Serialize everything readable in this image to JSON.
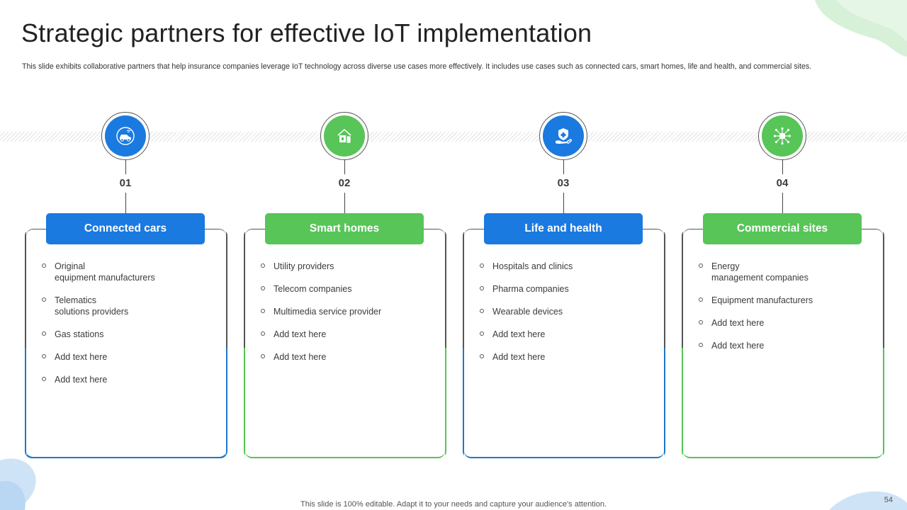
{
  "title": "Strategic partners for effective IoT implementation",
  "subtitle": "This slide exhibits collaborative partners that help insurance companies leverage IoT technology across diverse use cases more effectively. It includes use cases such as connected cars, smart homes, life and health, and commercial sites.",
  "colors": {
    "blue": "#1a7ae0",
    "green": "#57c558",
    "blue_edge": "#1f77c4",
    "green_edge": "#53c553"
  },
  "columns": [
    {
      "number": "01",
      "label": "Connected cars",
      "icon": "connected-car-icon",
      "color": "blue",
      "items": [
        "Original\nequipment manufacturers",
        "Telematics\nsolutions providers",
        "Gas stations",
        "Add text here",
        "Add text here"
      ]
    },
    {
      "number": "02",
      "label": "Smart homes",
      "icon": "smart-home-icon",
      "color": "green",
      "items": [
        "Utility providers",
        "Telecom companies",
        "Multimedia service provider",
        "Add text here",
        "Add text here"
      ]
    },
    {
      "number": "03",
      "label": "Life and health",
      "icon": "health-shield-hand-icon",
      "color": "blue",
      "items": [
        "Hospitals and clinics",
        "Pharma companies",
        "Wearable devices",
        "Add text here",
        "Add text here"
      ]
    },
    {
      "number": "04",
      "label": "Commercial sites",
      "icon": "commercial-network-icon",
      "color": "green",
      "items": [
        "Energy\nmanagement companies",
        "Equipment manufacturers",
        "Add text here",
        "Add text here"
      ]
    }
  ],
  "footer": "This slide is 100% editable. Adapt it to your needs and capture your audience's attention.",
  "page_number": "54"
}
